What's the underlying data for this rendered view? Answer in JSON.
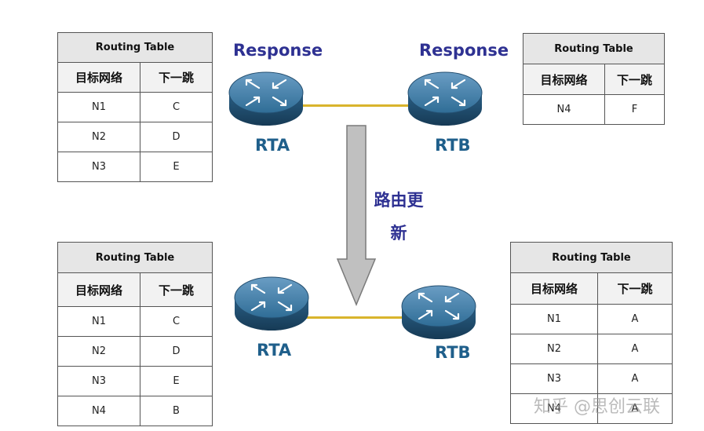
{
  "tables": {
    "top_left": {
      "title": "Routing Table",
      "col1": "目标网络",
      "col2": "下一跳",
      "rows": [
        [
          "N1",
          "C"
        ],
        [
          "N2",
          "D"
        ],
        [
          "N3",
          "E"
        ]
      ]
    },
    "top_right": {
      "title": "Routing Table",
      "col1": "目标网络",
      "col2": "下一跳",
      "rows": [
        [
          "N4",
          "F"
        ]
      ]
    },
    "bottom_left": {
      "title": "Routing Table",
      "col1": "目标网络",
      "col2": "下一跳",
      "rows": [
        [
          "N1",
          "C"
        ],
        [
          "N2",
          "D"
        ],
        [
          "N3",
          "E"
        ],
        [
          "N4",
          "B"
        ]
      ]
    },
    "bottom_right": {
      "title": "Routing Table",
      "col1": "目标网络",
      "col2": "下一跳",
      "rows": [
        [
          "N1",
          "A"
        ],
        [
          "N2",
          "A"
        ],
        [
          "N3",
          "A"
        ],
        [
          "N4",
          "A"
        ]
      ]
    }
  },
  "labels": {
    "response_left": "Response",
    "response_right": "Response",
    "rta_top": "RTA",
    "rtb_top": "RTB",
    "rta_bottom": "RTA",
    "rtb_bottom": "RTB",
    "update_line1": "路由更",
    "update_line2": "新"
  },
  "watermark": "知乎 @思创云联",
  "colors": {
    "router_body": "#2f6d96",
    "link": "#d9b42c",
    "arrow_fill": "#c0c0c0",
    "label_blue": "#2e3192",
    "router_name": "#1f5f8b"
  }
}
